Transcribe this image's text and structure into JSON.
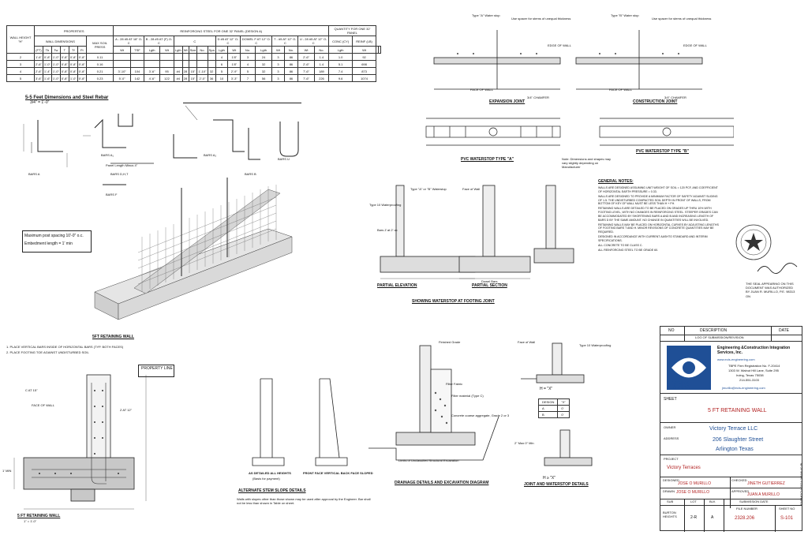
{
  "properties_table": {
    "group_properties": "PROPERTIES",
    "group_reinforcing": "REINFORCING STEEL FOR ONE 32' PANEL (DESIGN A)",
    "group_quantity": "QUANTITY FOR ONE 32' PANEL",
    "col_wall_height": "WALL HEIGHT \"H\"",
    "col_wall_dims": "WALL DIMENSIONS",
    "col_max_soil": "MAX SOIL PRESS",
    "col_bars_a": "A - 28 #5 AT 18\" O-C",
    "col_bars_b": "B - 28 #5 AT (F) O-C",
    "col_bars_c": "C",
    "col_bars_d": "D #5 AT 12\" O-C",
    "col_bars_e": "DOWEL F AT 12\" O-C",
    "col_bars_t": "T - #5 AT 12\" O-C",
    "col_bars_u": "U - 28 #5 AT 12\" O-C",
    "col_conc": "CONC (CY)",
    "col_reinf": "REINF (LB)",
    "rows": [
      [
        "2",
        "1'-6\"",
        "0'-8\"",
        "1'-0\"",
        "0'-8\"",
        "0'-8\"",
        "0'-8\"",
        "0.11",
        "",
        "",
        "",
        "",
        "",
        "",
        "",
        "",
        "",
        "4",
        "1'8\"",
        "3",
        "24",
        "3",
        "86",
        "2'-6\"",
        "1.4",
        "1.0",
        "92"
      ],
      [
        "3",
        "2'-6\"",
        "1'-0\"",
        "1'-0\"",
        "0'-8\"",
        "0'-8\"",
        "0'-8\"",
        "0.16",
        "",
        "",
        "",
        "",
        "",
        "",
        "",
        "",
        "",
        "6",
        "1'8\"",
        "4",
        "32",
        "3",
        "86",
        "2'-6\"",
        "1.4",
        "5.1",
        "698"
      ],
      [
        "4",
        "2'-6\"",
        "1'-4\"",
        "1'-0\"",
        "0'-8\"",
        "0'-8\"",
        "0'-8\"",
        "0.21",
        "3'-10\"",
        "104",
        "3'-6\"",
        "95",
        "#4",
        "28",
        "15\"",
        "1'-10\"",
        "32",
        "5",
        "2'-9\"",
        "5",
        "32",
        "3",
        "86",
        "7'-6\"",
        "189",
        "7.4",
        "873"
      ],
      [
        "5",
        "3'-6\"",
        "1'-6\"",
        "1'-0\"",
        "0'-8\"",
        "1'-0\"",
        "0'-8\"",
        "0.23",
        "5'-0\"",
        "142",
        "4'-6\"",
        "122",
        "#4",
        "28",
        "15\"",
        "2'-0\"",
        "36",
        "10",
        "3'-3\"",
        "7",
        "56",
        "3",
        "86",
        "7'-6\"",
        "226",
        "9.6",
        "1074"
      ]
    ],
    "subheaders": [
      "(FT)",
      "Tb",
      "Tw",
      "T",
      "Tf",
      "Ft",
      "Wt",
      "TSF",
      "Lgth",
      "Wt",
      "Lgth",
      "Wt",
      "Size",
      "No.",
      "Spa",
      "Lgth",
      "Wt",
      "No.",
      "Lgth",
      "Wt",
      "No.",
      "Wt",
      "No.",
      "Lgth",
      "Wt",
      "",
      ""
    ]
  },
  "left_views": {
    "bar_dims_title": "5-5 Feet Dimensions and Steel Rebar",
    "bar_dims_scale": "3/4\" = 1'-0\"",
    "bars_a": "BARS A",
    "bars_a1": "BARS A₁",
    "bars_a2": "BARS A₂",
    "bars_b": "BARS B",
    "bars_u": "BARS U",
    "bars_f": "BARS F",
    "bars_dht": "BARS D,H,T",
    "panel_length": "Panel Length Minus 4\"",
    "max_post_spacing": "Maximum post spacing 10'-0\" o.c.",
    "embedment": "Embedment length = 1' min",
    "view3_title": "5FT RETAINING WALL",
    "note1": "1. PLACE VERTICAL BARS INSIDE OF HORIZONTAL BARS (TYP. BOTH FACES)",
    "note2": "2. PLACE FOOTING TOE AGAINST UNDISTURBED SOIL",
    "property_line": "PROPERTY LINE",
    "face_of_wall": "FACE OF WALL",
    "section_title": "5 FT RETAINING WALL",
    "section_scale": "1\" = 1'-0\"",
    "c_at": "C AT 15\"",
    "z_at": "Z AT 12\"",
    "min_1": "1' MIN"
  },
  "middle_views": {
    "alt_stem_title": "ALTERNATE STEM SLOPE DETAILS",
    "alt_stem_note": "Walls with slopes other than those shown may be used after approval by the Engineer. Bar shall not be less than shown in Table on sheet.",
    "as_detailed": "AS DETAILED ALL HEIGHTS",
    "basis_payment": "(Basis for payment)",
    "front_face": "FRONT FACE VERTICAL BACK FACE SLOPED",
    "waterstop_title": "SHOWING WATERSTOP AT FOOTING JOINT",
    "partial_elevation": "PARTIAL ELEVATION",
    "partial_section": "PARTIAL SECTION",
    "type_a_b_waterstop": "Type \"A\" or \"B\" Waterstop",
    "type_10_waterproofing": "Type 10 Waterproofing",
    "face_of_wall": "Face of Wall",
    "bars_z": "Bars Z at 2' oc",
    "dowel_bars": "Dowel Bars",
    "drainage_title": "DRAINAGE DETAILS AND EXCAVATION DIAGRAM",
    "finished_grade": "Finished Grade",
    "filter_fabric": "Filter Fabric",
    "filter_material": "Filter material (Type C)",
    "concrete_coarse": "Concrete coarse aggregate, Grade 2 or 3",
    "limits_unc": "Limits of Unclassified Structural Excavation"
  },
  "right_views": {
    "expansion_joint": "EXPANSION JOINT",
    "construction_joint": "CONSTRUCTION JOINT",
    "type_a_waterstop": "Type \"A\" Water stop",
    "type_b_waterstop": "Type \"B\" Water stop",
    "use_spacer": "Use spacer for stems of unequal thickness",
    "edge_of_wall": "EDGE OF WALL",
    "face_of_wall": "FACE OF WALL",
    "chamfer": "3/4\" CHAMFER",
    "pvc_a": "PVC WATERSTOP TYPE \"A\"",
    "pvc_b": "PVC WATERSTOP TYPE \"B\"",
    "dim_note": "Note: Dimensions and shapes may vary slightly depending on Manufacturer",
    "general_notes_title": "GENERAL NOTES:",
    "general_notes": [
      "WALLS ARE DESIGNED ASSUMING UNIT WEIGHT OF SOIL = 120 PCF, AND COEFFICIENT OF HORIZONTAL EARTH PRESSURE = 0.33.",
      "WALLS ARE DESIGNED TO PROVIDE A MINIMUM FACTOR OF SAFETY AGAINST SLIDING OF 1.5. THE UNDISTURBED COMPACTED SOIL DEPTH IN FRONT OF WALLS, FROM BOTTOM OF KEY OF WALL MUST BE LESS THAN H + FH.",
      "RETAINING WALLS ARE DETAILED TO BE PLACED ON GRADES UP THRU 10% WITH FOOTING LEVEL, WITH NO CHANGES IN REINFORCING STEEL. STEEPER GRADES CAN BE ACCOMMODATED BY SHORTENING BARS A AND B AND INCREASING LENGTH OF BARS D BY THE SAME AMOUNT. NO CHANGE IN QUANTITIES WILL BE INVOLVED.",
      "RETAINING WALLS MAY BE PLACED ON HORIZONTAL CURVES BY ADJUSTING LENGTHS OF FOOTING BARS T AND H. MINOR REVISIONS OF CONCRETE QUANTITIES MAY BE REQUIRED.",
      "DESIGNED IN ACCORDANCE WITH CURRENT AASHTO STANDARD AND INTERIM SPECIFICATIONS.",
      "ALL CONCRETE TO BE CLASS C.",
      "ALL REINFORCING STEEL TO BE GRADE 60."
    ],
    "h_x_label": "H = \"X\"",
    "joint_title": "JOINT AND WATERSTOP DETAILS",
    "design_label": "DESIGN",
    "x_label": "\"X\"",
    "design_rows": [
      [
        "A",
        "0'"
      ],
      [
        "B",
        "0'"
      ]
    ],
    "max_label": "2\" Max 0\" Min",
    "h_x2": "H ≥ \"X\"",
    "seal_text": "THE SEAL APPEARING ON THIS DOCUMENT WAS AUTHORIZED BY JUAN R. MURILLO, P.E. 98313 ON"
  },
  "title_block": {
    "col_no": "NO",
    "col_desc": "DESCRIPTION",
    "col_date": "DATE",
    "log_label": "LOG OF SUBMISSION/REVISION",
    "company_logo": "ECIS",
    "company_name": "Engineering &Construction Integration Services, Inc.",
    "website": "www.ecis-engineering.com",
    "firm_reg": "TBPE Firm Registration No. F-20414",
    "address1": "1303 W. Walnut Hill Lane, Suite 295",
    "address2": "Irving, Texas 75038",
    "phone": "214-551-3103",
    "email": "jmurillo@ecis-engineering.com",
    "sheet_label": "SHEET",
    "sheet_title": "5 FT RETAINING WALL",
    "owner_label": "OWNER",
    "owner_value": "Victory Terrace LLC",
    "address_label": "ADDRESS",
    "address_value1": "206 Slaughter Street",
    "address_value2": "Arlington Texas",
    "project_label": "PROJECT",
    "project_value": "Victory Terraces",
    "designed_label": "DESIGNED",
    "designed_value": "JOSE O MURILLO",
    "checked_label": "CHECKED",
    "checked_value": "JINETH GUTIERREZ",
    "drawn_label": "DRAWN",
    "drawn_value": "JOSE O MURILLO",
    "approved_label": "APPROVED",
    "approved_value": "JUAN A MURILLO",
    "sub_label": "SUB",
    "lot_label": "LOT",
    "blk_label": "BLK",
    "submission_date_label": "SUBMISSION DATE",
    "sub_value": "BURTON HEIGHTS",
    "lot_value": "2-R",
    "blk_value": "A",
    "file_number_label": "FILE NUMBER",
    "file_number_value": "2328.206",
    "sheet_no_label": "SHEET NO",
    "sheet_no_value": "S-101",
    "side_stamp": "FARMOCIA 2024 3/28/6:40 PL"
  },
  "colors": {
    "ecis_blue": "#1f4f96",
    "red_text": "#b22222"
  }
}
